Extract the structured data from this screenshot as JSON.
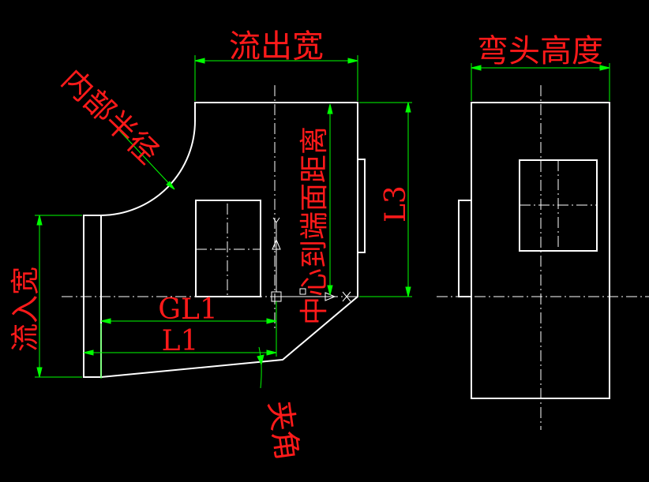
{
  "colors": {
    "background": "#000000",
    "geometry": "#ffffff",
    "dimension": "#00ff00",
    "label": "#ff1a1a",
    "centerline": "#ffffff"
  },
  "labels": {
    "outlet_width": "流出宽",
    "inner_radius": "内部半径",
    "center_to_face": "中心到端面距离",
    "l3": "L3",
    "inlet_width": "流入宽",
    "gl1": "GL1",
    "l1": "L1",
    "angle": "夹角",
    "elbow_height": "弯头高度"
  }
}
